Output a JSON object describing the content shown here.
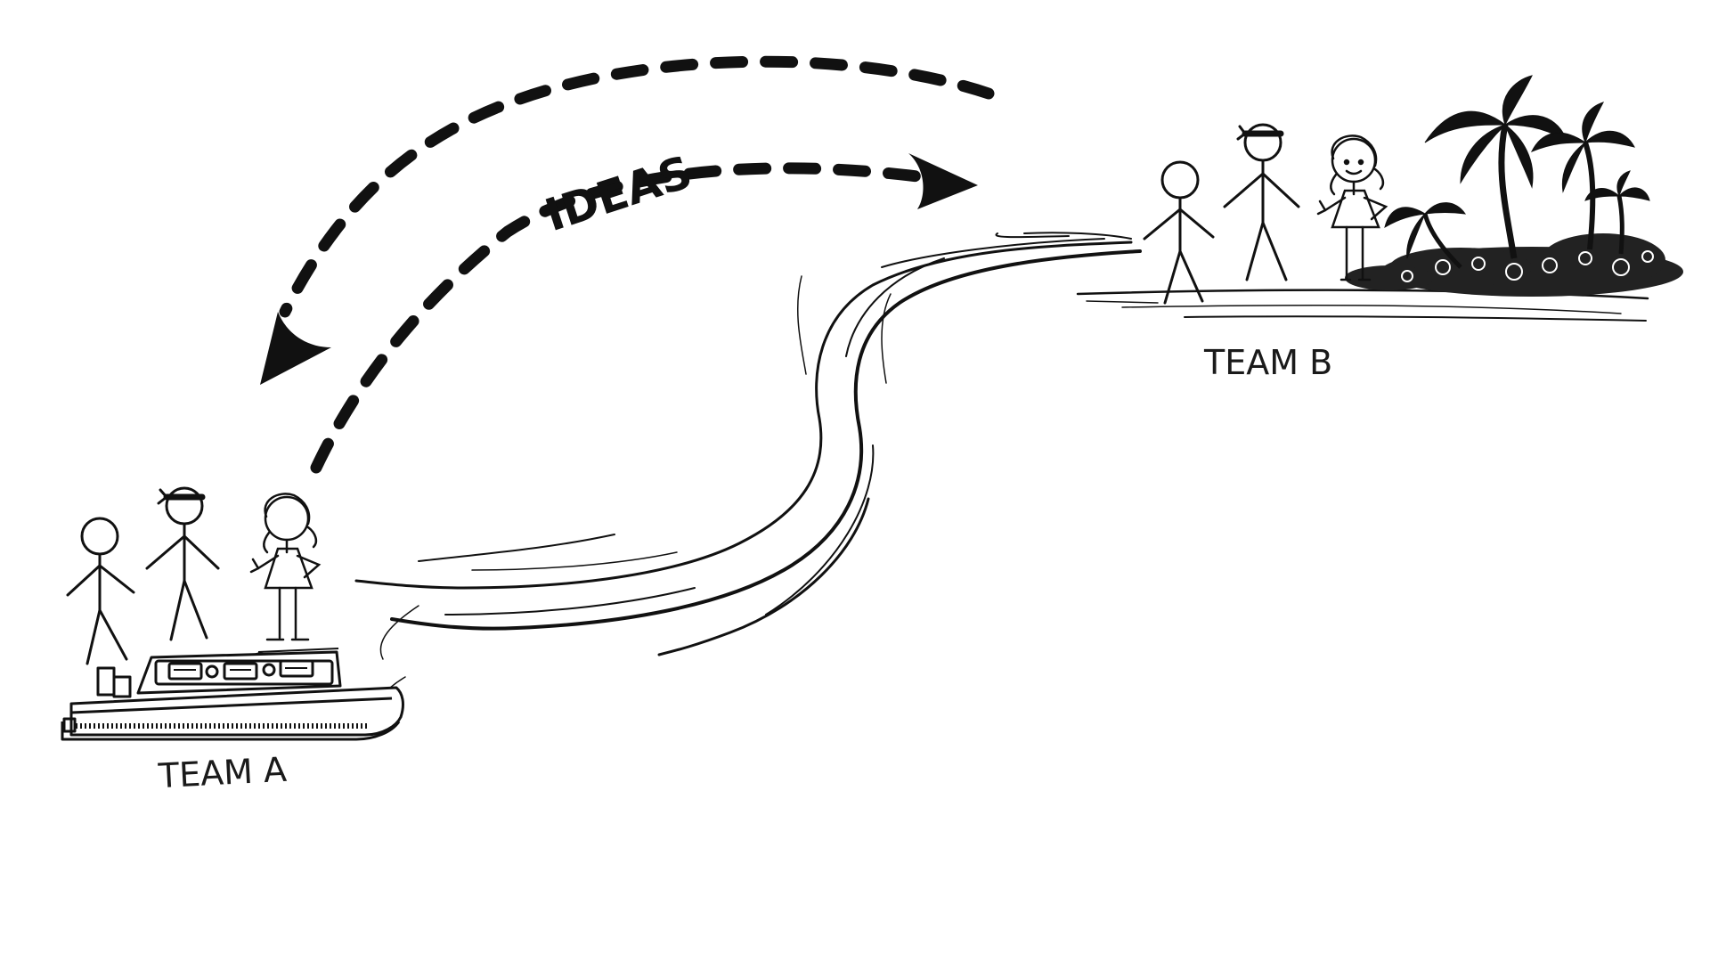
{
  "scene": {
    "arrow_label": "IDEAS",
    "team_a_label": "TEAM A",
    "team_b_label": "TEAM B"
  },
  "colors": {
    "ink": "#111111",
    "background": "#ffffff"
  },
  "icons": [
    "stick-figure-icon",
    "boat-icon",
    "palm-tree-icon",
    "island-icon",
    "arrow-icon"
  ]
}
